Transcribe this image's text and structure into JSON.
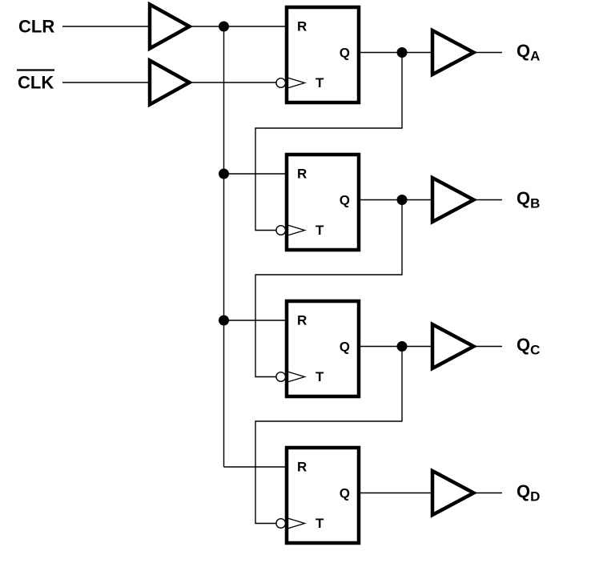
{
  "diagram": {
    "type": "logic-diagram",
    "colors": {
      "line": "#000000",
      "background": "#ffffff"
    }
  },
  "inputs": [
    {
      "label": "CLR",
      "overline": false
    },
    {
      "label": "CLK",
      "overline": true
    }
  ],
  "flip_flops": [
    {
      "reset": "R",
      "output": "Q",
      "toggle": "T"
    },
    {
      "reset": "R",
      "output": "Q",
      "toggle": "T"
    },
    {
      "reset": "R",
      "output": "Q",
      "toggle": "T"
    },
    {
      "reset": "R",
      "output": "Q",
      "toggle": "T"
    }
  ],
  "outputs": [
    {
      "base": "Q",
      "sub": "A"
    },
    {
      "base": "Q",
      "sub": "B"
    },
    {
      "base": "Q",
      "sub": "C"
    },
    {
      "base": "Q",
      "sub": "D"
    }
  ]
}
